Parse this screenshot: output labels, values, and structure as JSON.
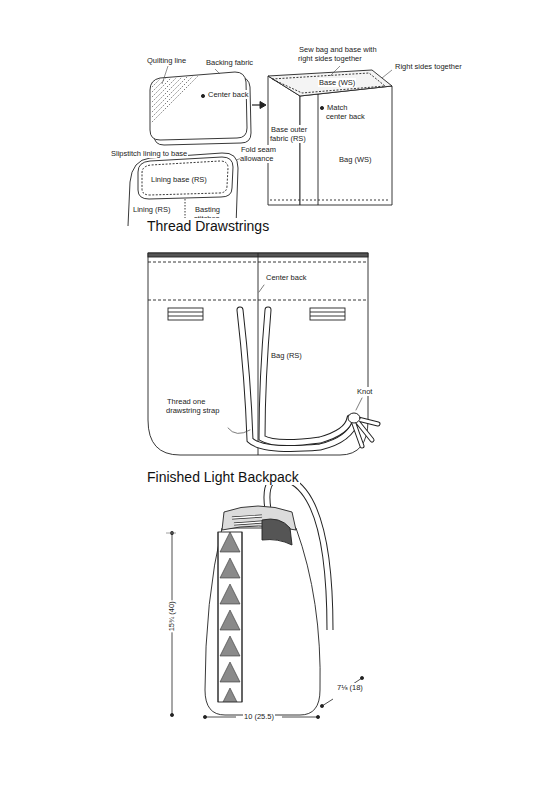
{
  "diagram": {
    "labels": [
      "Quilting line",
      "Backing fabric",
      "Center back",
      "Sew bag and base with right sides together",
      "Right sides together",
      "Base (WS)",
      "Match center back",
      "Base outer fabric (RS)",
      "Bag (WS)",
      "Slipstitch lining to base",
      "Fold seam allowance",
      "Lining base (RS)",
      "Lining (RS)",
      "Basting stitches",
      "Thread Drawstrings",
      "Center back",
      "Bag (RS)",
      "Thread one drawstring strap",
      "Knot",
      "Finished Light Backpack",
      "15¾ (40)",
      "7⅛ (18)",
      "10 (25.5)"
    ]
  }
}
